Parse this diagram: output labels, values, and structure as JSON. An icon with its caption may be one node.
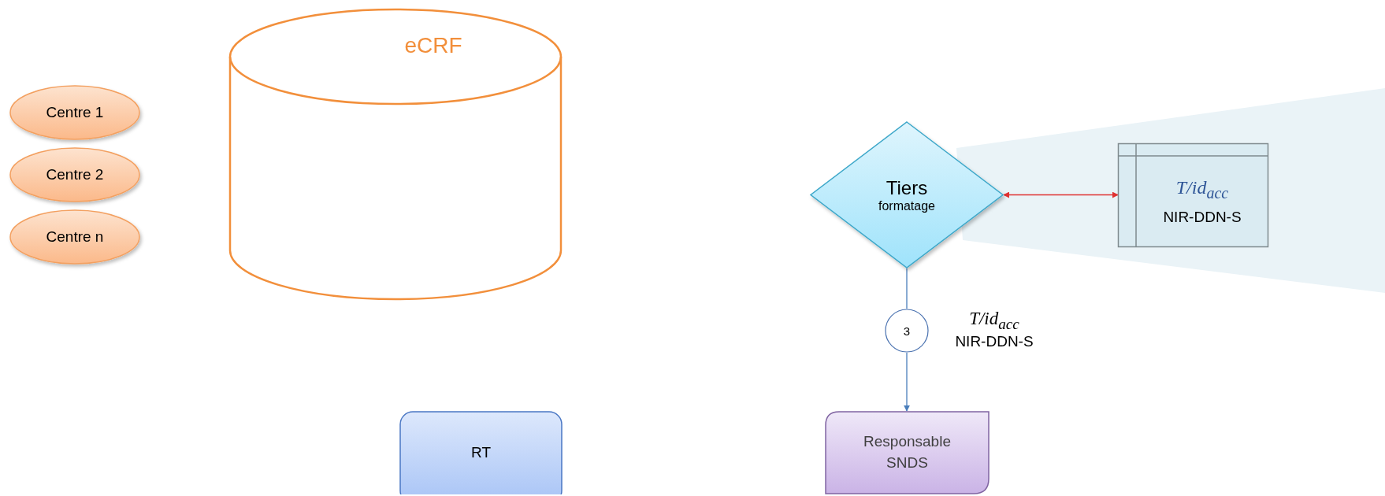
{
  "diagram": {
    "nodes": [
      {
        "text": [
          "Centre 1"
        ]
      },
      {
        "text": [
          "Centre 2"
        ]
      },
      {
        "text": [
          "Centre n"
        ]
      },
      {
        "text": [
          "eCRF"
        ]
      },
      {
        "text": [
          "Tiers",
          "formatage"
        ]
      },
      {
        "text": [
          "T/id$_{acc}$",
          "NIR-DDN-S"
        ]
      },
      {
        "text": [
          "3"
        ],
        "beside": [
          "T/id$_{acc}$",
          "NIR-DDN-S"
        ]
      },
      {
        "text": [
          "RT"
        ]
      },
      {
        "text": [
          "Responsable SNDS"
        ]
      }
    ],
    "edges": [
      {
        "from": 4,
        "to": 5,
        "arrow": "both",
        "color": "#e03131"
      },
      {
        "from": 4,
        "to": 6,
        "arrow": "none"
      },
      {
        "from": 6,
        "to": 8,
        "arrow": "to"
      }
    ]
  }
}
